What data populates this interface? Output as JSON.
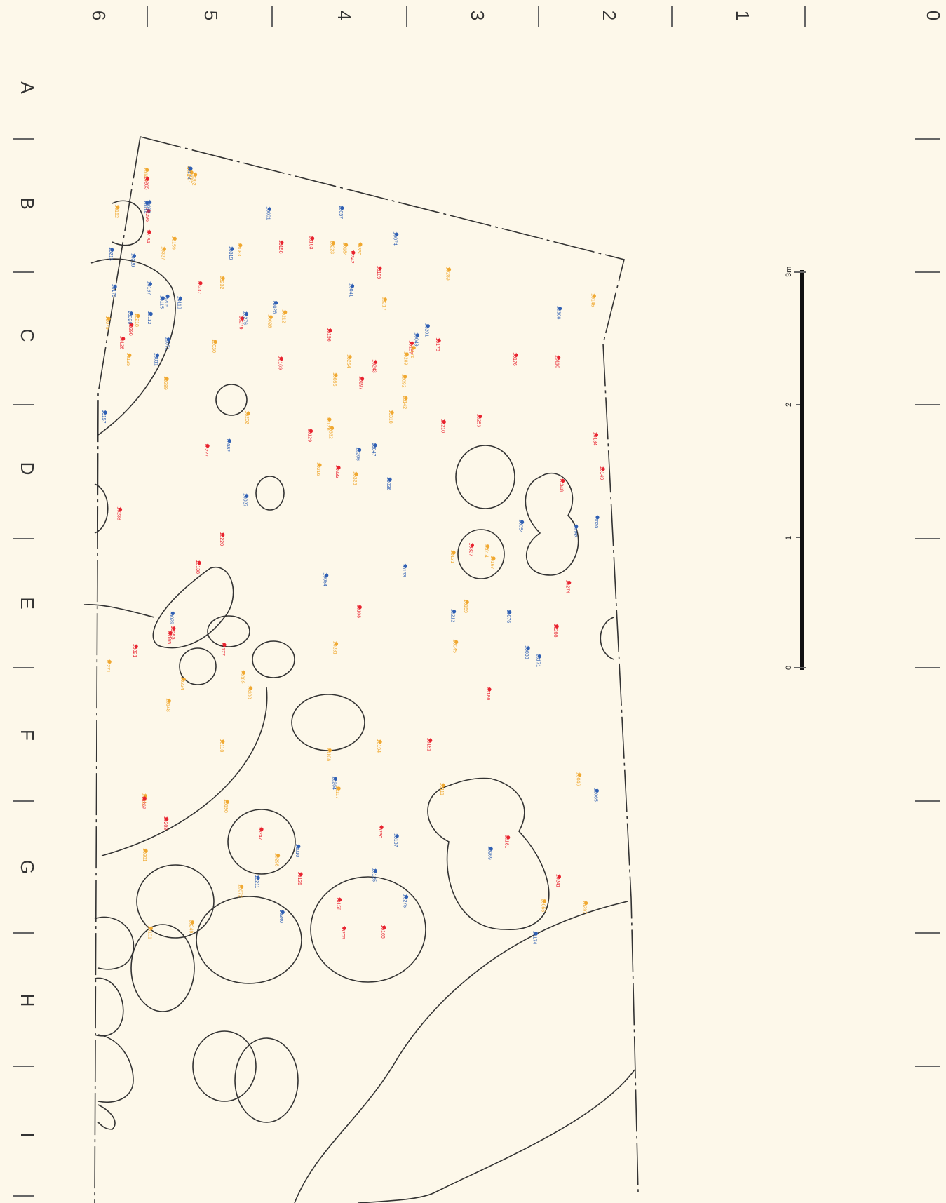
{
  "grid": {
    "numbers": [
      "6",
      "5",
      "4",
      "3",
      "2",
      "1",
      "0"
    ],
    "letters": [
      "A",
      "B",
      "C",
      "D",
      "E",
      "F",
      "G",
      "H",
      "I"
    ]
  },
  "scale_bar": {
    "labels": [
      "3m",
      "2",
      "1",
      "0"
    ]
  },
  "colors": {
    "red": "#e8232f",
    "blue": "#2f5fb3",
    "orange": "#f0a830",
    "line": "#333333",
    "background": "#fdf8ea"
  },
  "finds": {
    "red": [
      "10327",
      "10279",
      "10262",
      "10265",
      "10237",
      "10238",
      "10196",
      "10230",
      "10243",
      "10208",
      "10210",
      "10274",
      "10158",
      "10116",
      "10108",
      "10181",
      "10166",
      "10161",
      "10149",
      "10178",
      "10186",
      "10197",
      "10200",
      "10290",
      "10205",
      "10227",
      "10134",
      "10128",
      "10138",
      "10177",
      "10247",
      "10167",
      "10169",
      "10348",
      "10296",
      "10342",
      "10129",
      "10321",
      "10233",
      "10193",
      "10165",
      "10109",
      "10150",
      "10253",
      "10220",
      "10241",
      "10125",
      "10176",
      "10184",
      "10253"
    ],
    "blue": [
      "10275",
      "10276",
      "10061",
      "10093",
      "10076",
      "10027",
      "10029",
      "10020",
      "10026",
      "10036",
      "10071",
      "10030",
      "10047",
      "10049",
      "10092",
      "10010",
      "10269",
      "10264",
      "10308",
      "10319",
      "10326",
      "10340",
      "10054",
      "10057",
      "10041",
      "10082",
      "10074",
      "10153",
      "10157",
      "10167",
      "10054",
      "10065",
      "10172",
      "10174",
      "10171",
      "10107",
      "10173",
      "10201",
      "10211",
      "10212",
      "10213",
      "10205",
      "10229",
      "10206",
      "10125",
      "10112",
      "10114",
      "10113",
      "10115",
      "10011"
    ],
    "orange": [
      "10325",
      "10327",
      "10332",
      "10311",
      "10289",
      "10300",
      "10330",
      "10310",
      "10292",
      "10297",
      "10289",
      "10216",
      "10289",
      "10249",
      "10223",
      "10217",
      "10224",
      "10212",
      "10201",
      "10190",
      "10184",
      "10176",
      "10167",
      "10159",
      "10135",
      "10131",
      "10145",
      "10126",
      "10108",
      "10096",
      "10083",
      "10069",
      "10055",
      "10046",
      "10014",
      "10028",
      "10030",
      "10045",
      "10072",
      "10079",
      "10092",
      "10101",
      "10117",
      "10142",
      "10148",
      "10152",
      "10159",
      "10111",
      "10110",
      "10187",
      "10189",
      "10194",
      "10202",
      "10218",
      "10232",
      "10240",
      "10254",
      "10271",
      "10281",
      "10298"
    ]
  }
}
